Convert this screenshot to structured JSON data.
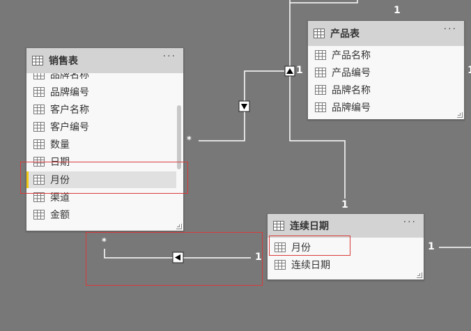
{
  "tables": {
    "sales": {
      "title": "销售表",
      "more": "···",
      "fields": [
        "品牌名称",
        "品牌编号",
        "客户名称",
        "客户编号",
        "数量",
        "日期",
        "月份",
        "渠道",
        "金额"
      ],
      "selected_field": "月份"
    },
    "product": {
      "title": "产品表",
      "more": "···",
      "fields": [
        "产品名称",
        "产品编号",
        "品牌名称",
        "品牌编号"
      ]
    },
    "date": {
      "title": "连续日期",
      "more": "···",
      "fields": [
        "月份",
        "连续日期"
      ]
    }
  },
  "relationships": {
    "one": "1",
    "many": "*"
  },
  "colors": {
    "canvas": "#787878",
    "highlight": "#d83a3a",
    "selected_bar": "#f2c811"
  }
}
